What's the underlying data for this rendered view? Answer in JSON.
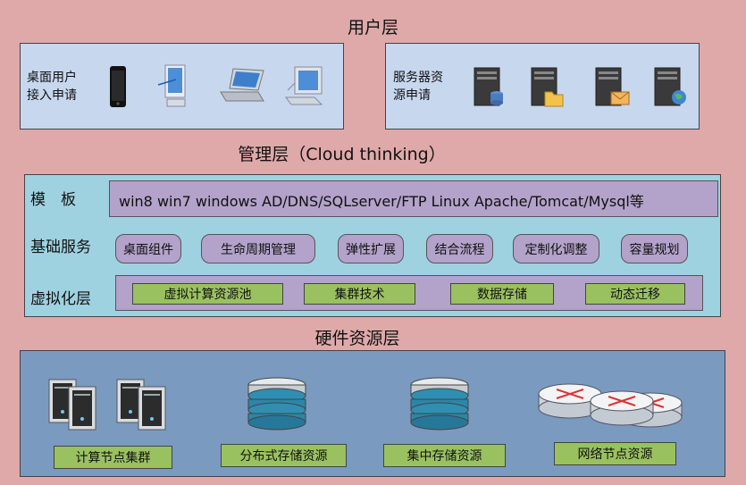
{
  "user_layer": {
    "title": "用户层",
    "desktop_box": {
      "label_line1": "桌面用户",
      "label_line2": "接入申请",
      "icons": [
        "mobile-phone-icon",
        "desktop-monitor-icon",
        "laptop-icon",
        "crt-monitor-icon"
      ]
    },
    "server_box": {
      "label_line1": "服务器资",
      "label_line2": "源申请",
      "icons": [
        "database-server-icon",
        "folder-server-icon",
        "mail-server-icon",
        "web-server-icon"
      ]
    }
  },
  "management_layer": {
    "title": "管理层（Cloud  thinking）",
    "template_row": {
      "label": "模　板",
      "content": "win8  win7  windows  AD/DNS/SQLserver/FTP  Linux Apache/Tomcat/Mysql等"
    },
    "basic_services": {
      "label": "基础服务",
      "items": [
        "桌面组件",
        "生命周期管理",
        "弹性扩展",
        "结合流程",
        "定制化调整",
        "容量规划"
      ]
    },
    "virtualization": {
      "label": "虚拟化层",
      "items": [
        "虚拟计算资源池",
        "集群技术",
        "数据存储",
        "动态迁移"
      ]
    }
  },
  "hardware_layer": {
    "title": "硬件资源层",
    "items": [
      {
        "label": "计算节点集群",
        "icon": "server-cluster-icon"
      },
      {
        "label": "分布式存储资源",
        "icon": "storage-stack-icon"
      },
      {
        "label": "集中存储资源",
        "icon": "storage-stack-icon"
      },
      {
        "label": "网络节点资源",
        "icon": "network-router-icon"
      }
    ]
  },
  "colors": {
    "background": "#dfa9a9",
    "user_panel": "#c7d7ee",
    "management_panel": "#9fd2e0",
    "purple": "#b3a2c9",
    "green": "#9ac160",
    "hardware_panel": "#7a9ac0"
  }
}
